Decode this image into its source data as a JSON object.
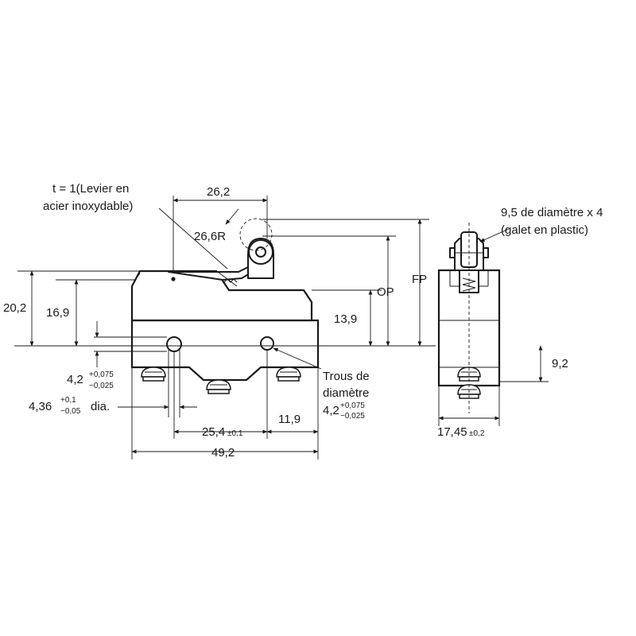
{
  "labels": {
    "lever_note_1": "t = 1(Levier en",
    "lever_note_2": "acier inoxydable)",
    "dim_26_2": "26,2",
    "dim_26_6R": "26,6R",
    "dim_20_2": "20,2",
    "dim_16_9": "16,9",
    "dim_13_9": "13,9",
    "op": "OP",
    "fp": "FP",
    "hole_4_2_main": "4,2",
    "hole_4_2_plus": "+0,075",
    "hole_4_2_minus": "−0,025",
    "hole_4_36_main": "4,36",
    "hole_4_36_plus": "+0,1",
    "hole_4_36_minus": "−0,05",
    "hole_4_36_suffix": "dia.",
    "dim_25_4_main": "25,4",
    "dim_25_4_tol": "±0,1",
    "dim_11_9": "11,9",
    "dim_49_2": "49,2",
    "trous_1": "Trous de",
    "trous_2": "diamètre",
    "trous_main": "4,2",
    "trous_plus": "+0,075",
    "trous_minus": "−0,025",
    "roller_1": "9,5 de diamètre x 4",
    "roller_2": "(galet en plastic)",
    "dim_9_2": "9,2",
    "dim_17_45_main": "17,45",
    "dim_17_45_tol": "±0,2"
  }
}
